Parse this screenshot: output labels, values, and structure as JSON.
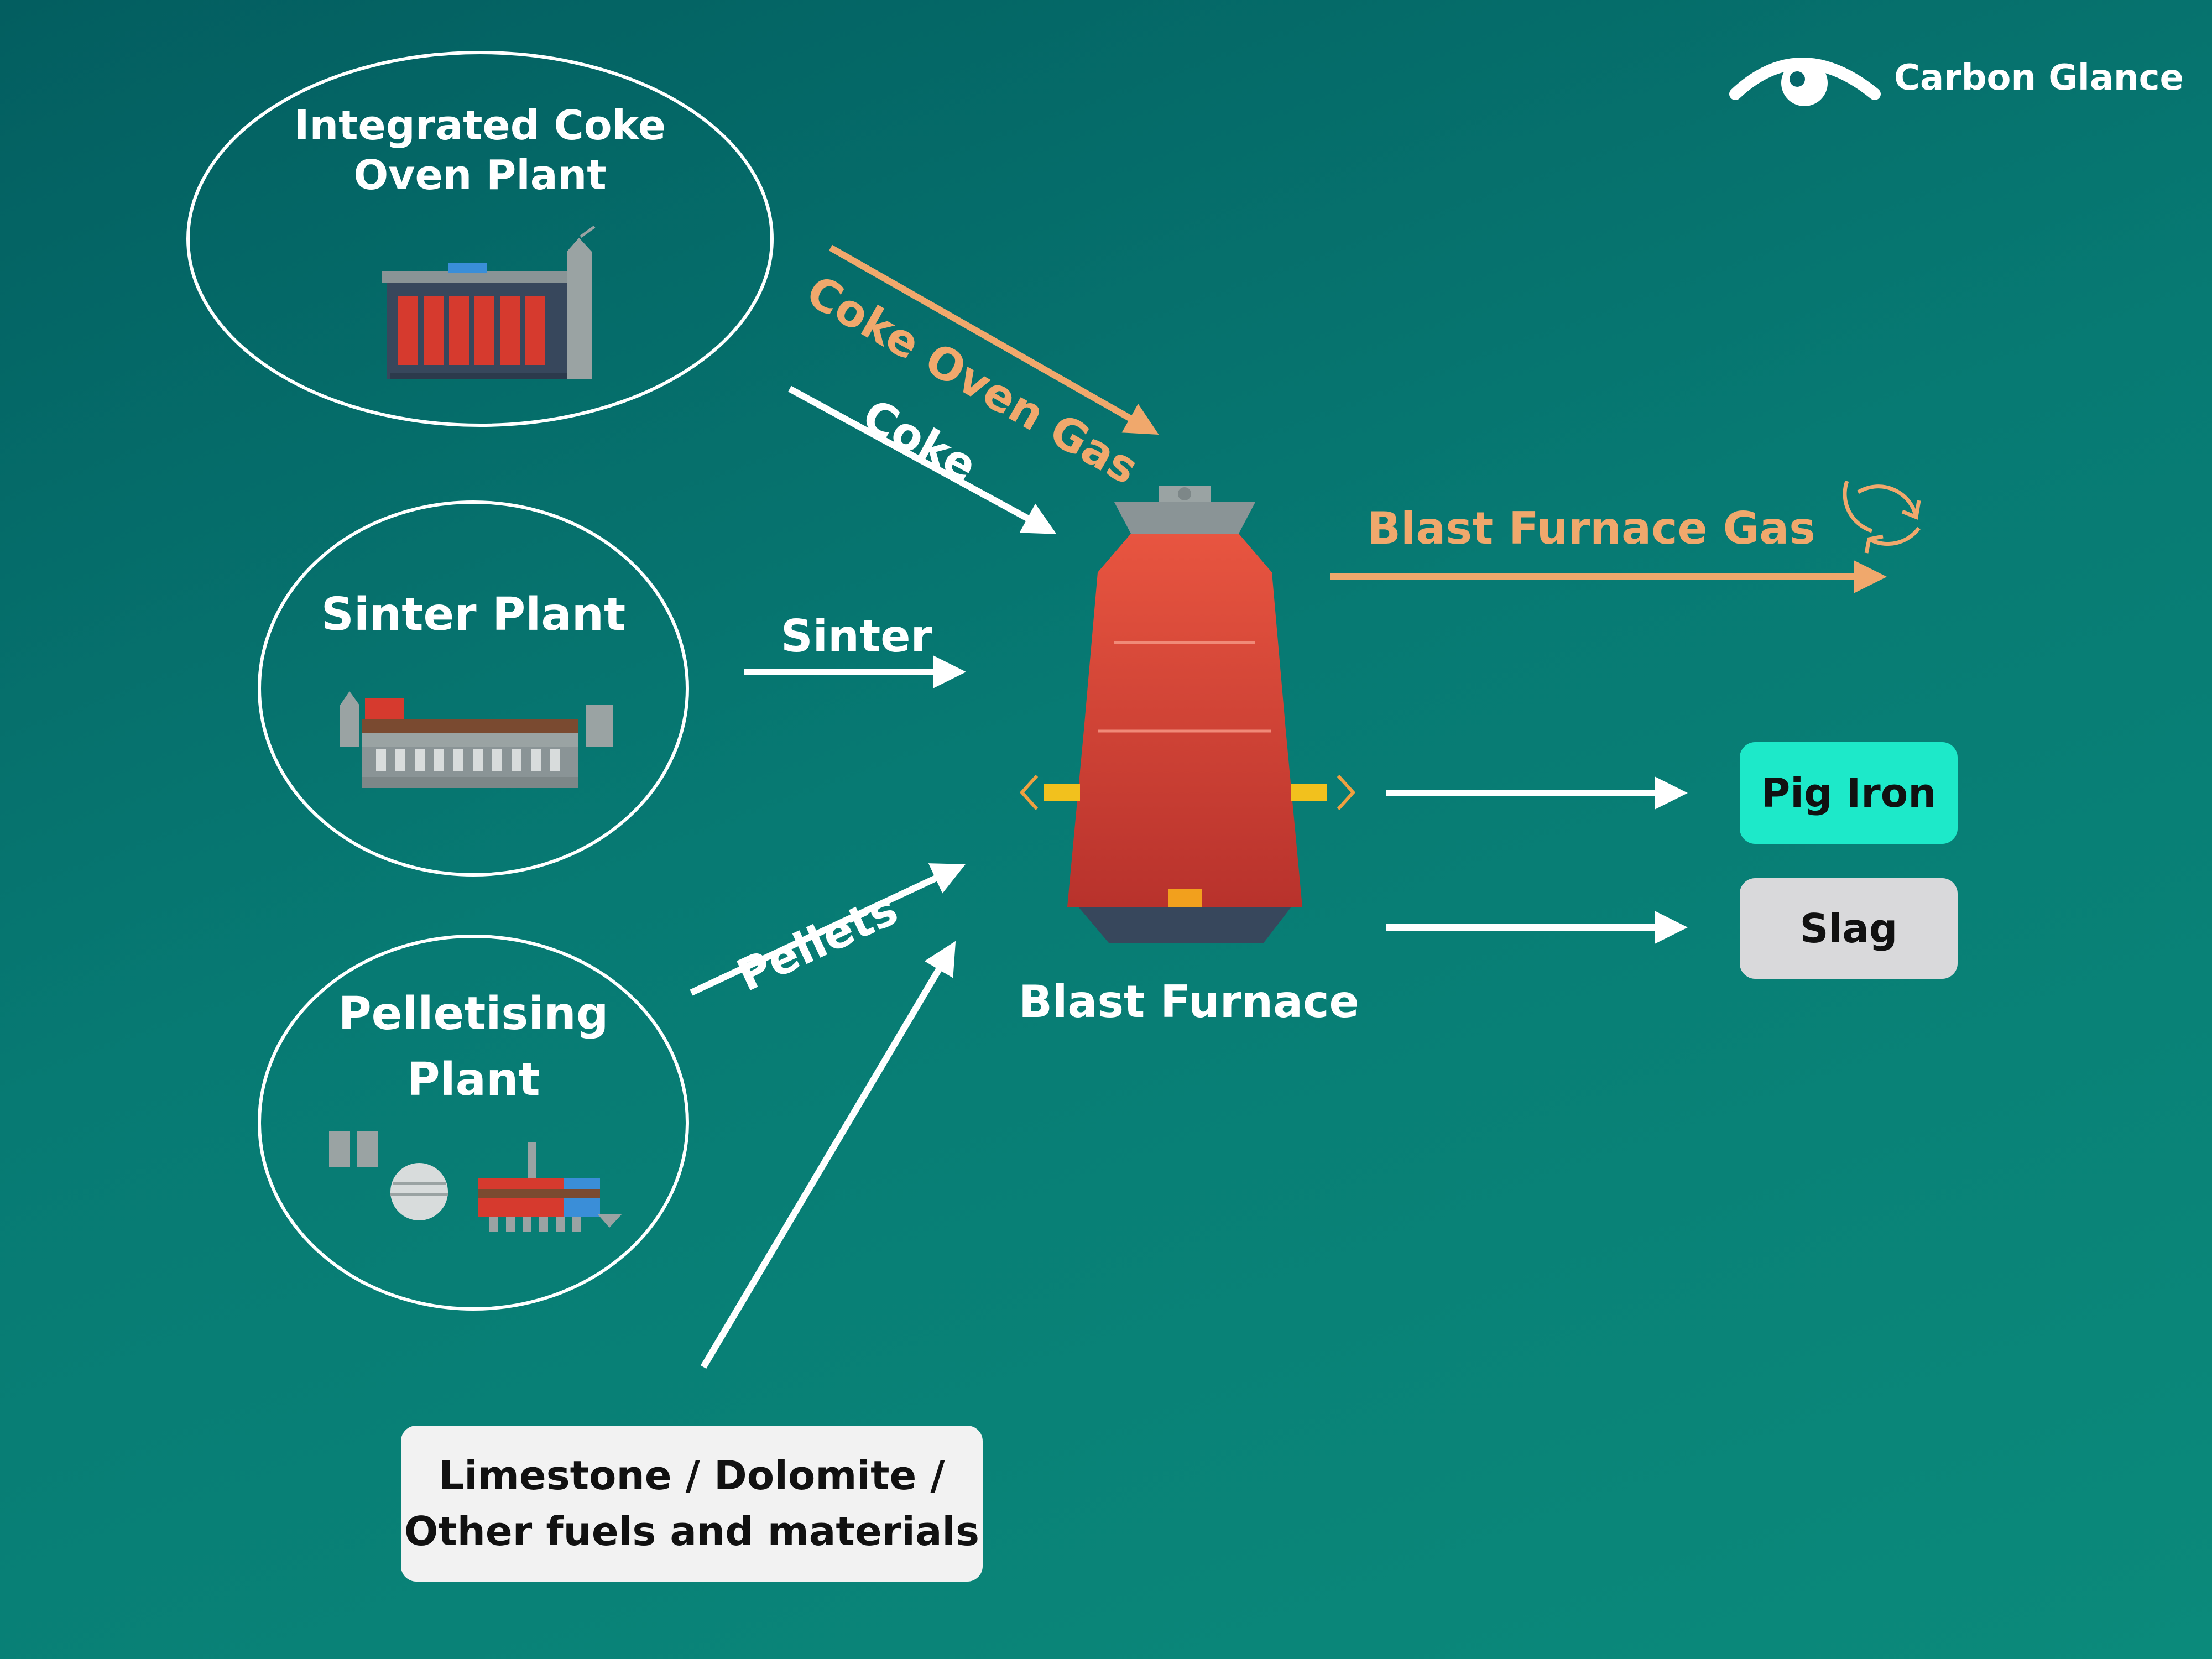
{
  "brand": {
    "name": "Carbon Glance",
    "logo_icon": "eye-icon"
  },
  "plants": [
    {
      "name_line1": "Integrated Coke",
      "name_line2": "Oven Plant",
      "icon": "coke-oven-icon"
    },
    {
      "name_line1": "Sinter Plant",
      "icon": "sinter-plant-icon"
    },
    {
      "name_line1": "Pelletising",
      "name_line2": "Plant",
      "icon": "pelletising-plant-icon"
    }
  ],
  "flows": {
    "coke_oven_gas": "Coke Oven Gas",
    "coke": "Coke",
    "sinter": "Sinter",
    "pellets": "Pellets",
    "blast_furnace_gas": "Blast Furnace Gas"
  },
  "furnace": {
    "label": "Blast Furnace",
    "icon": "blast-furnace-icon"
  },
  "outputs": {
    "pig_iron": "Pig Iron",
    "slag": "Slag"
  },
  "inputs": {
    "materials_line1": "Limestone / Dolomite /",
    "materials_line2": "Other fuels and materials"
  },
  "colors": {
    "background_top": "#035e60",
    "background_bottom": "#0b8a7b",
    "gas_orange": "#f0a86c",
    "pig_iron_box": "#1de9c9",
    "slag_box": "#d9d9db",
    "materials_box": "#f2f2f2",
    "furnace_red": "#d9473b"
  },
  "recycle_icon": "recycle-icon"
}
